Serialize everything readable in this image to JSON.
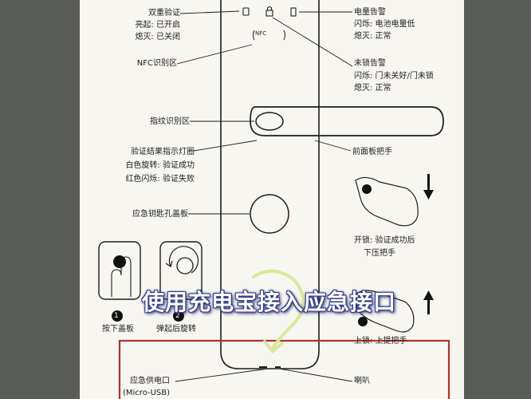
{
  "labels": {
    "dual_verify": "双重验证",
    "dual_verify_on": "亮起: 已开启",
    "dual_verify_off": "熄灭: 已关闭",
    "nfc_zone": "NFC识别区",
    "nfc_tag": "NFC",
    "battery_alarm": "电量告警",
    "battery_flash": "闪烁: 电池电量低",
    "battery_off": "熄灭: 正常",
    "unlock_alarm": "未锁告警",
    "unlock_flash": "闪烁: 门未关好/门未锁",
    "unlock_off": "熄灭: 正常",
    "fingerprint_zone": "指纹识别区",
    "front_handle": "前面板把手",
    "result_ring": "验证结果指示灯圈",
    "white_spin": "白色旋转: 验证成功",
    "red_flash": "红色闪烁: 验证失败",
    "key_cover": "应急钥匙孔盖板",
    "unlock_step1": "开锁: 验证成功后",
    "unlock_step2": "下压把手",
    "press_cover": "按下盖板",
    "popup_rotate": "弹起后旋转",
    "step1": "1",
    "step2": "2",
    "lock_text": "上锁: 上提把手",
    "emergency_port": "应急供电口",
    "micro_usb": "(Micro-USB)",
    "speaker": "喇叭"
  },
  "overlay": {
    "caption": "使用充电宝接入应急接口"
  },
  "colors": {
    "highlight_box": "#b0352a",
    "overlay_outline": "#2f3a8a",
    "arrow_green": "#d8e89c"
  }
}
